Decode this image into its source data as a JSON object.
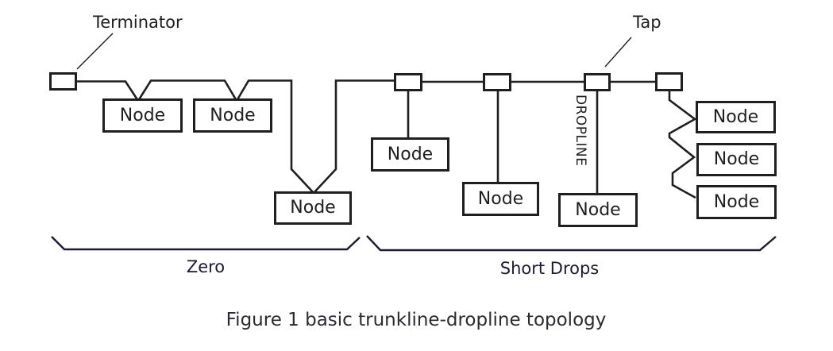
{
  "figure": {
    "caption": "Figure 1 basic trunkline-dropline topology",
    "terminator_label": "Terminator",
    "tap_label": "Tap",
    "dropline_label": "DROPLINE",
    "sections": {
      "zero_label": "Zero",
      "short_drops_label": "Short Drops"
    },
    "nodes": [
      {
        "label": "Node"
      },
      {
        "label": "Node"
      },
      {
        "label": "Node"
      },
      {
        "label": "Node"
      },
      {
        "label": "Node"
      },
      {
        "label": "Node"
      },
      {
        "label": "Node"
      },
      {
        "label": "Node"
      },
      {
        "label": "Node"
      }
    ],
    "colors": {
      "line": "#1f1f1f",
      "brace": "#1a1a33",
      "text": "#1f1f1f",
      "caption_text": "#2a2a33",
      "background": "#ffffff"
    }
  }
}
